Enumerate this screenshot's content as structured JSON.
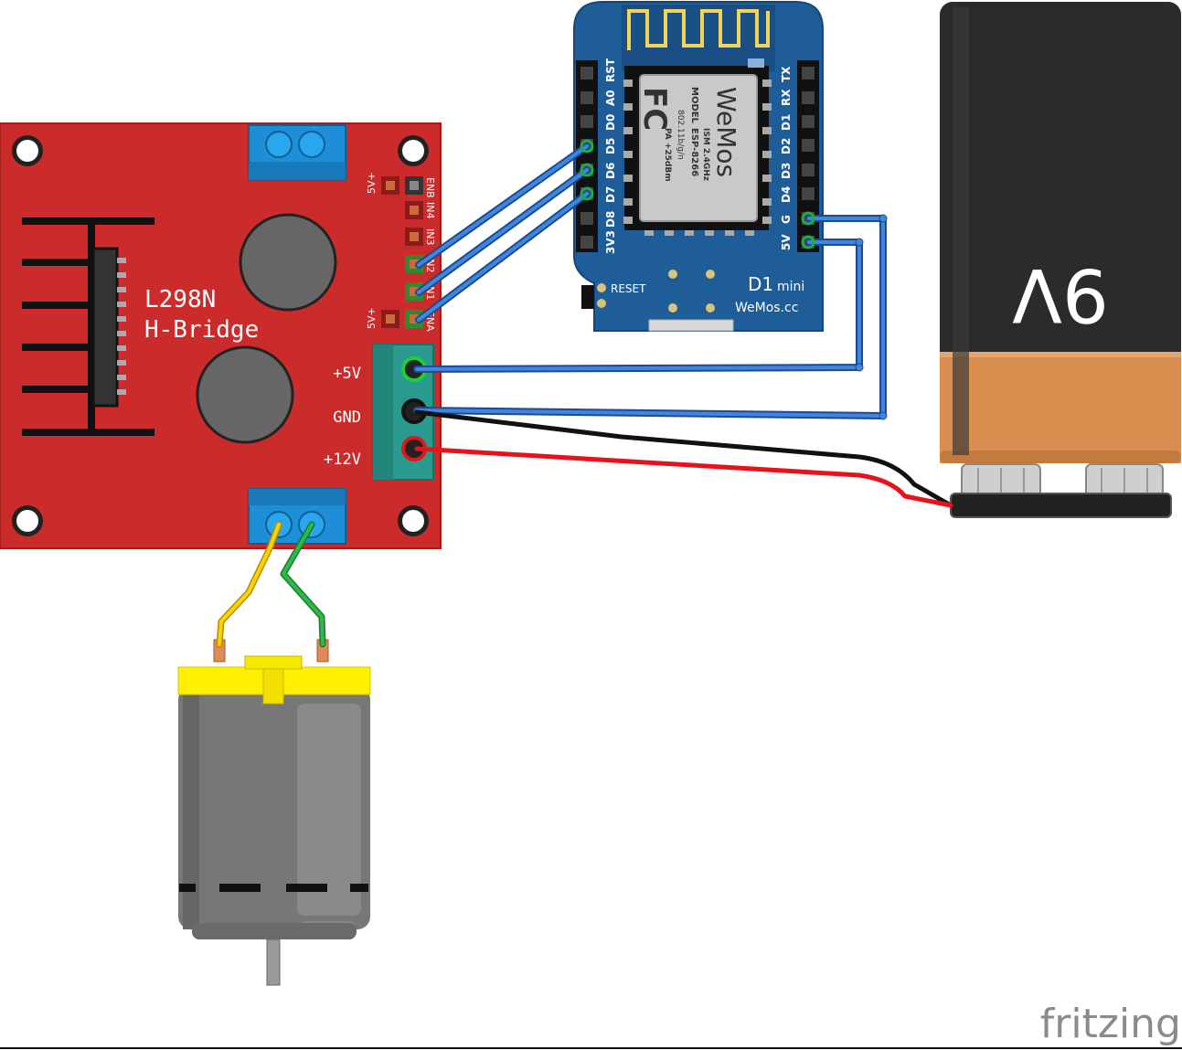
{
  "hbridge": {
    "title_line1": "L298N",
    "title_line2": "H-Bridge",
    "pin_labels": [
      "5V+",
      "ENB",
      "IN4",
      "IN3",
      "IN2",
      "IN1",
      "ENA",
      "5V+"
    ],
    "terminal_labels": [
      "+5V",
      "GND",
      "+12V"
    ]
  },
  "d1mini": {
    "left_pins": [
      "RST",
      "A0",
      "D0",
      "D5",
      "D6",
      "D7",
      "D8",
      "3V3"
    ],
    "right_pins": [
      "TX",
      "RX",
      "D1",
      "D2",
      "D3",
      "D4",
      "G",
      "5V"
    ],
    "module_text": {
      "brand": "WeMos",
      "fcc": "FC",
      "model_label": "MODEL",
      "model": "ESP-8266",
      "band": "ISM 2.4GHz",
      "power": "PA +25dBm",
      "standard": "802.11b/g/n"
    },
    "reset_label": "RESET",
    "board_name": "D1",
    "board_suffix": "mini",
    "site": "WeMos.cc"
  },
  "battery": {
    "label": "9V"
  },
  "watermark": "fritzing",
  "colors": {
    "board_red": "#cc2b2b",
    "d1_blue": "#1f5d99",
    "wire_blue": "#2f6fc9",
    "wire_red": "#e8121b",
    "wire_black": "#111111",
    "wire_yellow": "#ffd200",
    "wire_green": "#2eb94a",
    "battery_top": "#2b2b2b",
    "battery_bottom": "#d98d4f",
    "motor_gray": "#777777",
    "motor_cap": "#ffef00"
  }
}
